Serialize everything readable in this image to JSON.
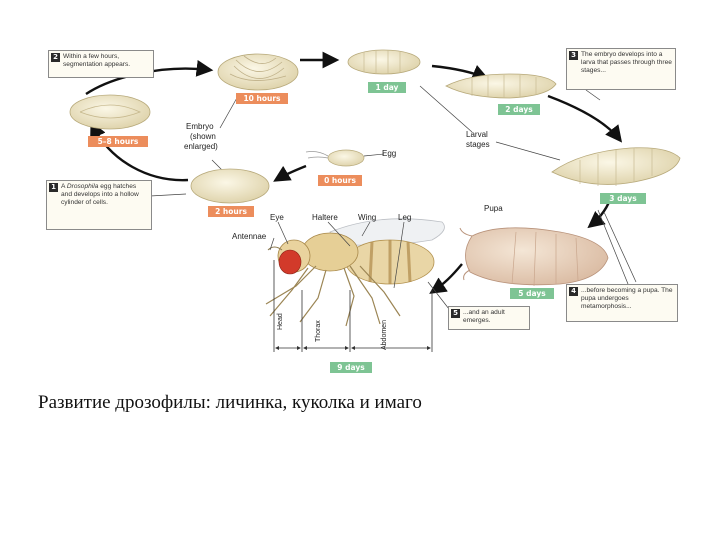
{
  "colors": {
    "orange": "#ec8d5c",
    "green": "#7ec494",
    "body": "#ede4c7",
    "eye": "#d23a2a"
  },
  "callouts": {
    "c1": {
      "num": "1",
      "text_a": "A ",
      "text_italic": "Drosophila",
      "text_b": " egg hatches and develops into a hollow cylinder of cells."
    },
    "c2": {
      "num": "2",
      "text": "Within a few hours, segmentation appears."
    },
    "c3": {
      "num": "3",
      "text": "The embryo develops into a larva that passes through three stages..."
    },
    "c4": {
      "num": "4",
      "text": "...before becoming a pupa. The pupa undergoes metamorphosis..."
    },
    "c5": {
      "num": "5",
      "text": "...and an adult emerges."
    }
  },
  "times": {
    "h10": "10 hours",
    "d1": "1 day",
    "d2": "2 days",
    "h58": "5–8 hours",
    "h0": "0 hours",
    "h2": "2 hours",
    "d3": "3 days",
    "d5": "5 days",
    "d9": "9 days"
  },
  "labels": {
    "embryo": "Embryo",
    "embryo_note1": "(shown",
    "embryo_note2": "enlarged)",
    "egg": "Egg",
    "larval1": "Larval",
    "larval2": "stages",
    "pupa": "Pupa",
    "eye": "Eye",
    "haltere": "Haltere",
    "wing": "Wing",
    "leg": "Leg",
    "antennae": "Antennae",
    "head": "Head",
    "thorax": "Thorax",
    "abdomen": "Abdomen"
  },
  "caption": "Развитие дрозофилы: личинка, куколка и имаго"
}
